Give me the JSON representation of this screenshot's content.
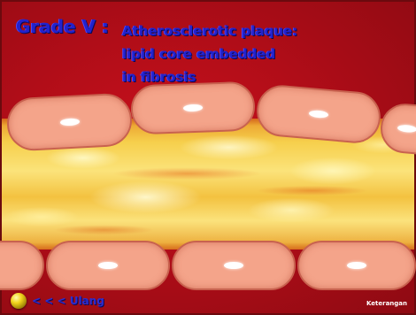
{
  "title": {
    "grade": "Grade V :",
    "lines": [
      "Atherosclerotic plaque:",
      "lipid core embedded",
      "in fibrosis"
    ]
  },
  "navigation": {
    "back_label": "< < < Ulang",
    "info_label": "Keterangan",
    "back_icon": "yellow-ball-icon"
  },
  "colors": {
    "vessel_wall": "#b00d18",
    "title_text": "#2222cc",
    "cell_fill": "#f4a48a",
    "plaque": "#f6cf4c"
  }
}
